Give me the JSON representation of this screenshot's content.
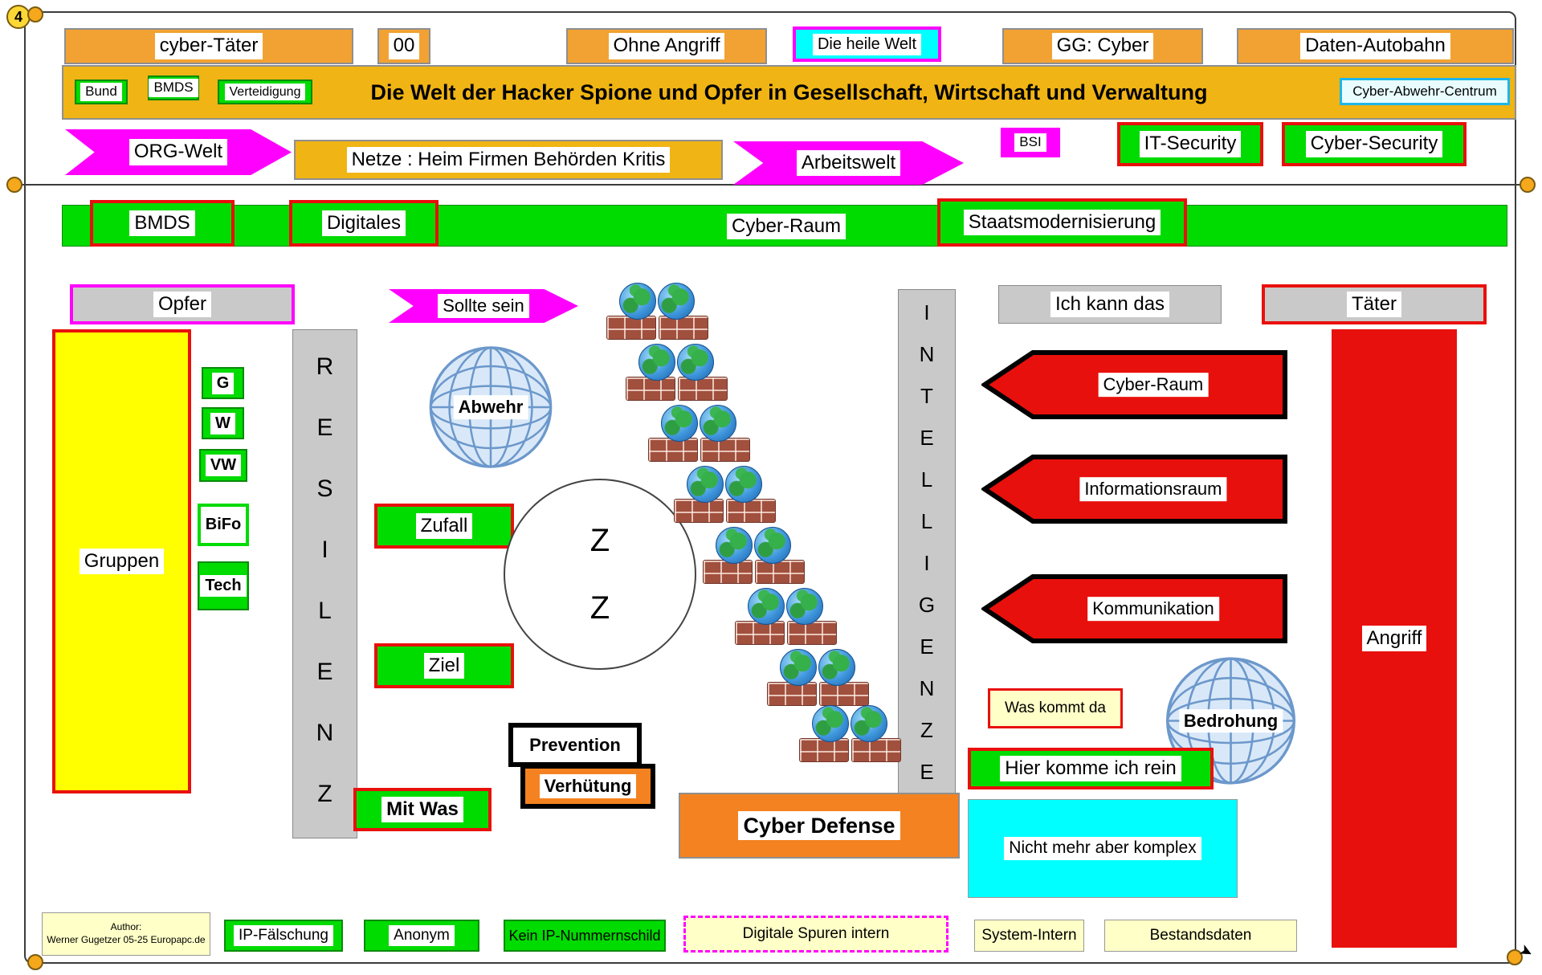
{
  "corner": {
    "number": "4"
  },
  "top_row": {
    "cyber_taeter": "cyber-Täter",
    "zero_zero": "00",
    "ohne_angriff": "Ohne Angriff",
    "die_heile_welt": "Die heile Welt",
    "gg_cyber": "GG: Cyber",
    "daten_autobahn": "Daten-Autobahn"
  },
  "banner": {
    "title": "Die Welt der Hacker Spione und Opfer in Gesellschaft, Wirtschaft und Verwaltung",
    "bund": "Bund",
    "bmds": "BMDS",
    "verteidigung": "Verteidigung",
    "cyber_abwehr_centrum": "Cyber-Abwehr-Centrum"
  },
  "row3": {
    "org_welt": "ORG-Welt",
    "netze": "Netze : Heim Firmen Behörden Kritis",
    "arbeitswelt": "Arbeitswelt",
    "bsi": "BSI",
    "it_security": "IT-Security",
    "cyber_security": "Cyber-Security"
  },
  "green_band": {
    "bmds": "BMDS",
    "digitales": "Digitales",
    "cyber_raum": "Cyber-Raum",
    "staatsmodernisierung": "Staatsmodernisierung"
  },
  "left": {
    "opfer": "Opfer",
    "gruppen": "Gruppen",
    "g": "G",
    "w": "W",
    "vw": "VW",
    "bifo": "BiFo",
    "tech": "Tech",
    "resilienz": "R\nE\nS\nI\nL\nE\nN\nZ"
  },
  "center": {
    "sollte_sein": "Sollte sein",
    "abwehr": "Abwehr",
    "zufall": "Zufall",
    "z_circle": "Z\n\nZ",
    "ziel": "Ziel",
    "mit_was": "Mit Was",
    "prevention": "Prevention",
    "verhuetung": "Verhütung",
    "cyber_defense": "Cyber Defense"
  },
  "right": {
    "intelligenze": "I\nN\nT\nE\nL\nL\nI\nG\nE\nN\nZ\nE",
    "ich_kann_das": "Ich kann das",
    "arrows": [
      {
        "label": "Cyber-Raum"
      },
      {
        "label": "Informationsraum"
      },
      {
        "label": "Kommunikation"
      }
    ],
    "was_kommt_da": "Was kommt da",
    "bedrohung": "Bedrohung",
    "hier_komme_ich_rein": "Hier komme ich rein",
    "nicht_mehr": "Nicht mehr aber komplex",
    "taeter": "Täter",
    "angriff": "Angriff"
  },
  "bottom": {
    "author_line1": "Author:",
    "author_line2": "Werner Gugetzer  05-25 Europapc.de",
    "ip_faelschung": "IP-Fälschung",
    "anonym": "Anonym",
    "kein_ip": "Kein IP-Nummernschild",
    "digitale_spuren": "Digitale Spuren intern",
    "system_intern": "System-Intern",
    "bestandsdaten": "Bestandsdaten"
  },
  "colors": {
    "orange": "#F2A233",
    "gold": "#F0B414",
    "green": "#00DB00",
    "magenta": "#FF00FF",
    "cyan": "#00FFFF",
    "red": "#E8100C",
    "yellow": "#FFFF00",
    "gray": "#C9C9C9",
    "light_yellow": "#FFFFC8"
  }
}
